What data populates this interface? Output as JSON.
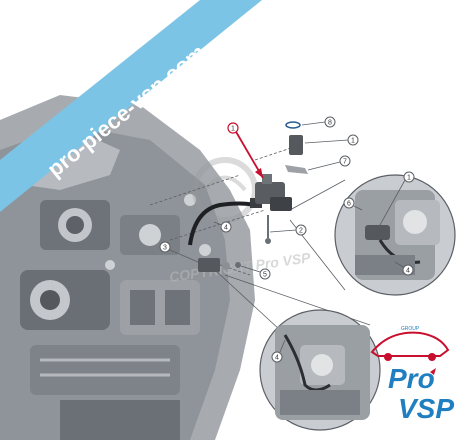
{
  "banner": {
    "text": "pro-piece-vsp.com",
    "color": "#7cc4e6"
  },
  "watermark": {
    "text": "COPYRIGHT Pro VSP"
  },
  "callouts": [
    {
      "id": "c1a",
      "label": "1"
    },
    {
      "id": "c8",
      "label": "8"
    },
    {
      "id": "c1b",
      "label": "1"
    },
    {
      "id": "c7",
      "label": "7"
    },
    {
      "id": "c4a",
      "label": "4"
    },
    {
      "id": "c2",
      "label": "2"
    },
    {
      "id": "c3",
      "label": "3"
    },
    {
      "id": "c5",
      "label": "5"
    },
    {
      "id": "c6",
      "label": "6"
    },
    {
      "id": "c1c",
      "label": "1"
    },
    {
      "id": "c4b",
      "label": "4"
    },
    {
      "id": "c4c",
      "label": "4"
    }
  ],
  "logo": {
    "top": "Pro",
    "bottom": "VSP",
    "small": "GROUP",
    "colors": {
      "pro": "#1f7fc0",
      "vsp": "#1f7fc0",
      "car": "#c8102e"
    }
  },
  "colors": {
    "highlight_arrow": "#c8102e",
    "engine": "#8f949a",
    "engine_dark": "#5d6268"
  }
}
